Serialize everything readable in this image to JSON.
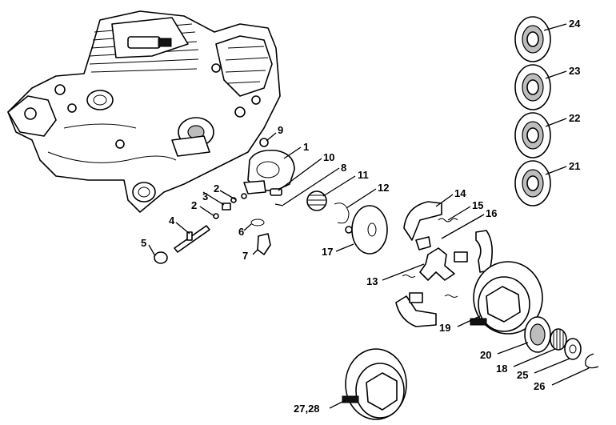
{
  "diagram": {
    "labels": [
      {
        "id": "l24",
        "text": "24"
      },
      {
        "id": "l23",
        "text": "23"
      },
      {
        "id": "l22",
        "text": "22"
      },
      {
        "id": "l21",
        "text": "21"
      },
      {
        "id": "l9",
        "text": "9"
      },
      {
        "id": "l1",
        "text": "1"
      },
      {
        "id": "l10",
        "text": "10"
      },
      {
        "id": "l8",
        "text": "8"
      },
      {
        "id": "l11",
        "text": "11"
      },
      {
        "id": "l12",
        "text": "12"
      },
      {
        "id": "l14",
        "text": "14"
      },
      {
        "id": "l15",
        "text": "15"
      },
      {
        "id": "l16",
        "text": "16"
      },
      {
        "id": "l2a",
        "text": "2"
      },
      {
        "id": "l3",
        "text": "3"
      },
      {
        "id": "l2b",
        "text": "2"
      },
      {
        "id": "l4",
        "text": "4"
      },
      {
        "id": "l6",
        "text": "6"
      },
      {
        "id": "l5",
        "text": "5"
      },
      {
        "id": "l7",
        "text": "7"
      },
      {
        "id": "l17",
        "text": "17"
      },
      {
        "id": "l13",
        "text": "13"
      },
      {
        "id": "l19",
        "text": "19"
      },
      {
        "id": "l20",
        "text": "20"
      },
      {
        "id": "l18",
        "text": "18"
      },
      {
        "id": "l25",
        "text": "25"
      },
      {
        "id": "l26",
        "text": "26"
      },
      {
        "id": "l2728",
        "text": "27,28"
      }
    ]
  }
}
